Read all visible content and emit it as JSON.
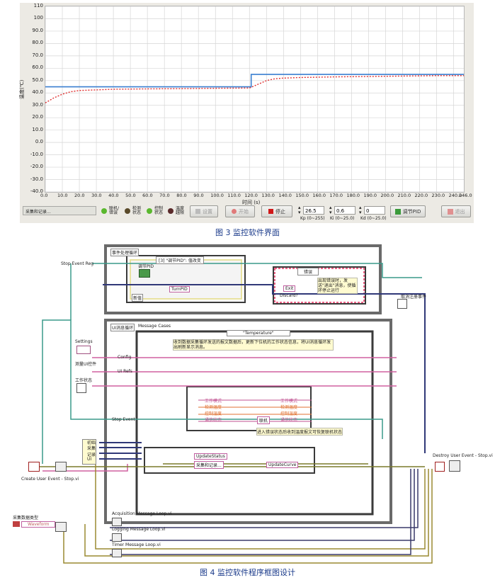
{
  "figure3": {
    "caption": "图 3  监控软件界面",
    "yaxis_label": "温度(℃)",
    "xaxis_label": "时间 (s)",
    "y_ticks": [
      "110",
      "100",
      "90.0",
      "80.0",
      "70.0",
      "60.0",
      "50.0",
      "40.0",
      "30.0",
      "20.0",
      "10.0",
      "0.0",
      "-10.0",
      "-20.0",
      "-30.0",
      "-40.0"
    ],
    "x_ticks": [
      "0.0",
      "10.0",
      "20.0",
      "30.0",
      "40.0",
      "50.0",
      "60.0",
      "70.0",
      "80.0",
      "90.0",
      "100.0",
      "110.0",
      "120.0",
      "130.0",
      "140.0",
      "150.0",
      "160.0",
      "170.0",
      "180.0",
      "190.0",
      "200.0",
      "210.0",
      "220.0",
      "230.0",
      "240.0",
      "246.0"
    ],
    "toolbar": {
      "status_text": "采集和记录...",
      "ind_online": "联机/\n错误",
      "ind_detect": "检测\n状态",
      "ind_control": "控制\n状态",
      "ind_temp": "温度\n越限",
      "settings_label": "设置",
      "start_label": "开始",
      "stop_label": "停止",
      "kp_value": "26.5",
      "kp_label": "Kp (0~255)",
      "ki_value": "0.6",
      "ki_label": "Ki (0~25.0)",
      "kd_value": "0",
      "kd_label": "Kd (0~25.0)",
      "pid_label": "调节PID",
      "exit_label": "退出"
    },
    "colors": {
      "setpoint": "#3a7fd0",
      "measured": "#e03030"
    }
  },
  "chart_data": {
    "type": "line",
    "xlabel": "时间 (s)",
    "ylabel": "温度(℃)",
    "xlim": [
      0,
      246
    ],
    "ylim": [
      -40,
      110
    ],
    "grid": true,
    "series": [
      {
        "x": [
          0,
          121,
          121,
          246
        ],
        "y": [
          45,
          45,
          55,
          55
        ]
      },
      {
        "x": [
          0,
          5,
          10,
          15,
          20,
          30,
          40,
          60,
          80,
          100,
          120,
          125,
          130,
          135,
          140,
          150,
          170,
          200,
          230,
          246
        ],
        "y": [
          32,
          36,
          39,
          41,
          42,
          42.5,
          43,
          43.3,
          43.5,
          43.8,
          44,
          47,
          50,
          51.5,
          52,
          52.5,
          53,
          53.5,
          54,
          54
        ]
      }
    ]
  },
  "figure4": {
    "caption": "图 4  监控软件程序框图设计",
    "stop_event_reg": "Stop Event Reg",
    "event_loop_title": "事件处理循环",
    "event_case": "[3] \"调节PID\": 值改变",
    "pid_button": "调节PID",
    "turnpid": "TurnPID",
    "new_val": "新值",
    "error_case": "错误",
    "exit_text": "Exit",
    "discard_text": "Discard?",
    "error_note": "出现错误时，发送\"退出\"消息，使循环停止运行",
    "cancel_reg": "取消注册事件",
    "settings_lbl": "Settings",
    "ui_widget": "测量UI控件",
    "work_state": "工作状态",
    "config_lbl": "Config",
    "ui_refs": "UI Refs",
    "stop_event": "Stop Event",
    "ui_loop_title": "UI消息循环",
    "message_cases": "Message Cases",
    "case_temp": "\"Temperature\"",
    "case_note": "收到数据采集循环发送的报文数据后，更新下位机的工作状态信息，将UI消息循环发出刷新显示消息。",
    "work_mode": "工作模式",
    "detect_temp": "检测温度",
    "control_temp": "控制温度",
    "comm_state": "通信状态",
    "online": "联机",
    "error_note2": "进入错误状态后收到温度报文可恢复联机状态",
    "update_status": "UpdateStatus",
    "collect_record": "采集和记录...",
    "update_curve": "UpdateCurve",
    "create_user_event": "Create User Event - Stop.vi",
    "destroy_user_event": "Destroy User Event - Stop.vi",
    "acq_type": "采集数据类型",
    "waveform": "Waveform",
    "acq_loop": "Acquisition Message Loop.vi",
    "log_loop": "Logging Message Loop.vi",
    "timer_loop": "Timer Message Loop.vi",
    "queue_labels": [
      "初始",
      "采集",
      "记录",
      "UI"
    ]
  }
}
